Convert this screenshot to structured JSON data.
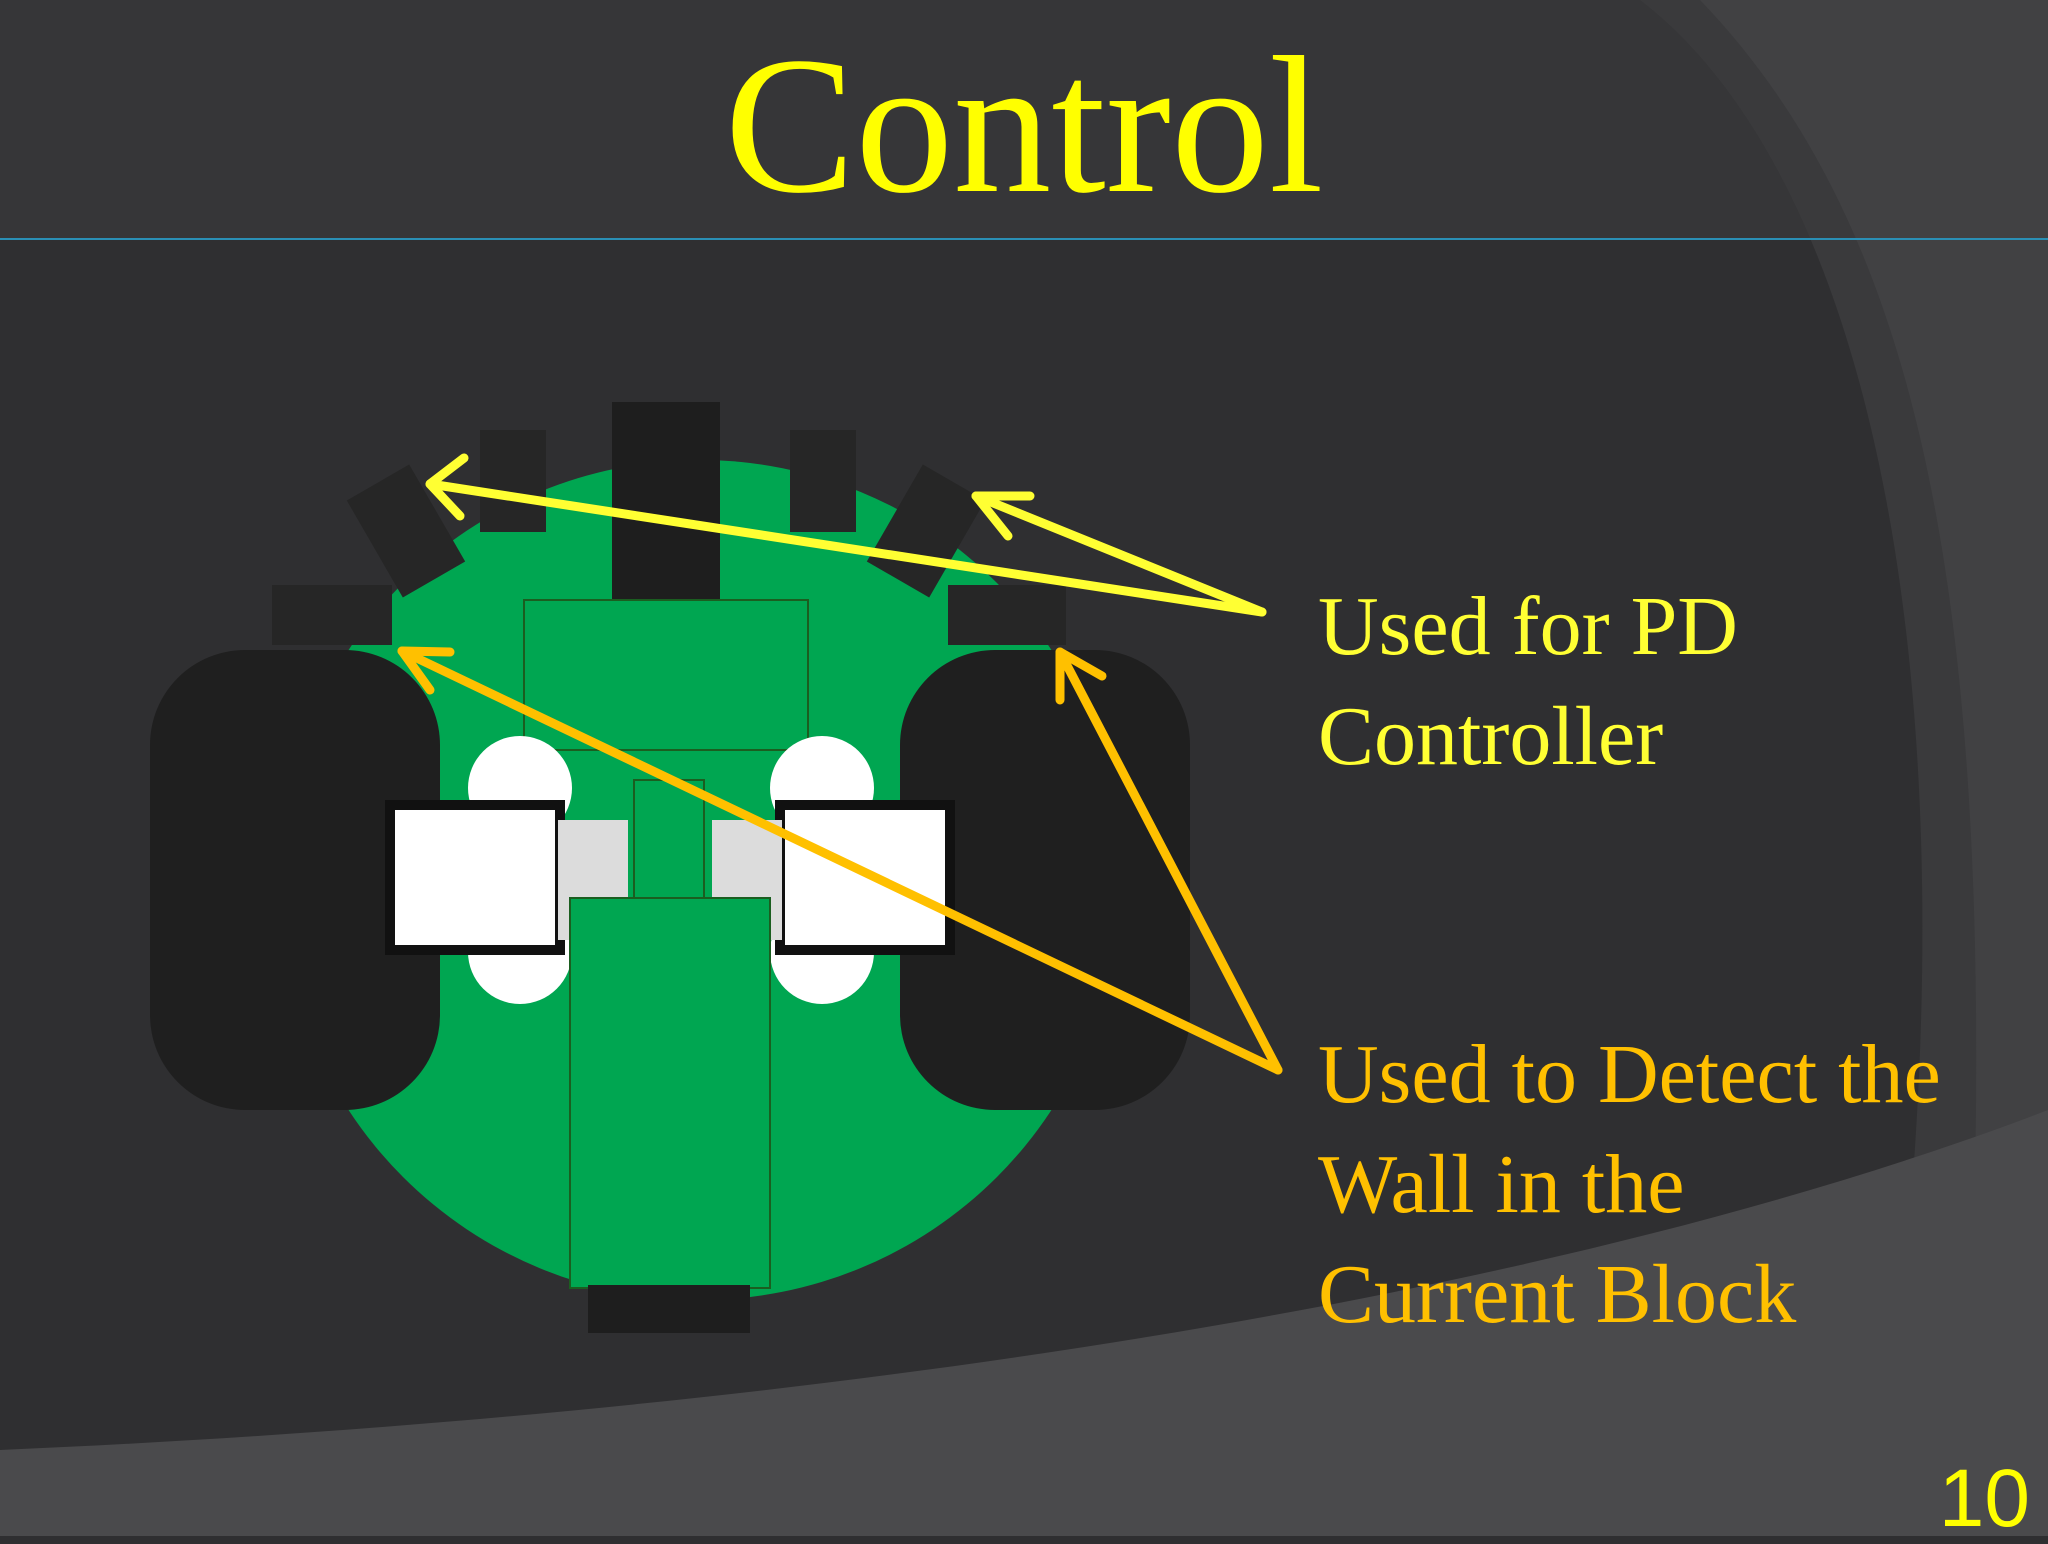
{
  "slide": {
    "title": "Control",
    "slide_number": "10",
    "background_color": "#2f2f31",
    "title_color": "#ffff00",
    "rule_color": "#2a8fb5"
  },
  "annotations": [
    {
      "id": "pd",
      "lines": [
        "Used for PD",
        "Controller"
      ],
      "color": "#ffff33"
    },
    {
      "id": "wall",
      "lines": [
        "Used to Detect the",
        "Wall in the",
        "Current Block"
      ],
      "color": "#ffc000"
    }
  ],
  "robot": {
    "board_color": "#00a651",
    "wheel_color": "#1f1f1f",
    "sensor_color": "#262626"
  }
}
